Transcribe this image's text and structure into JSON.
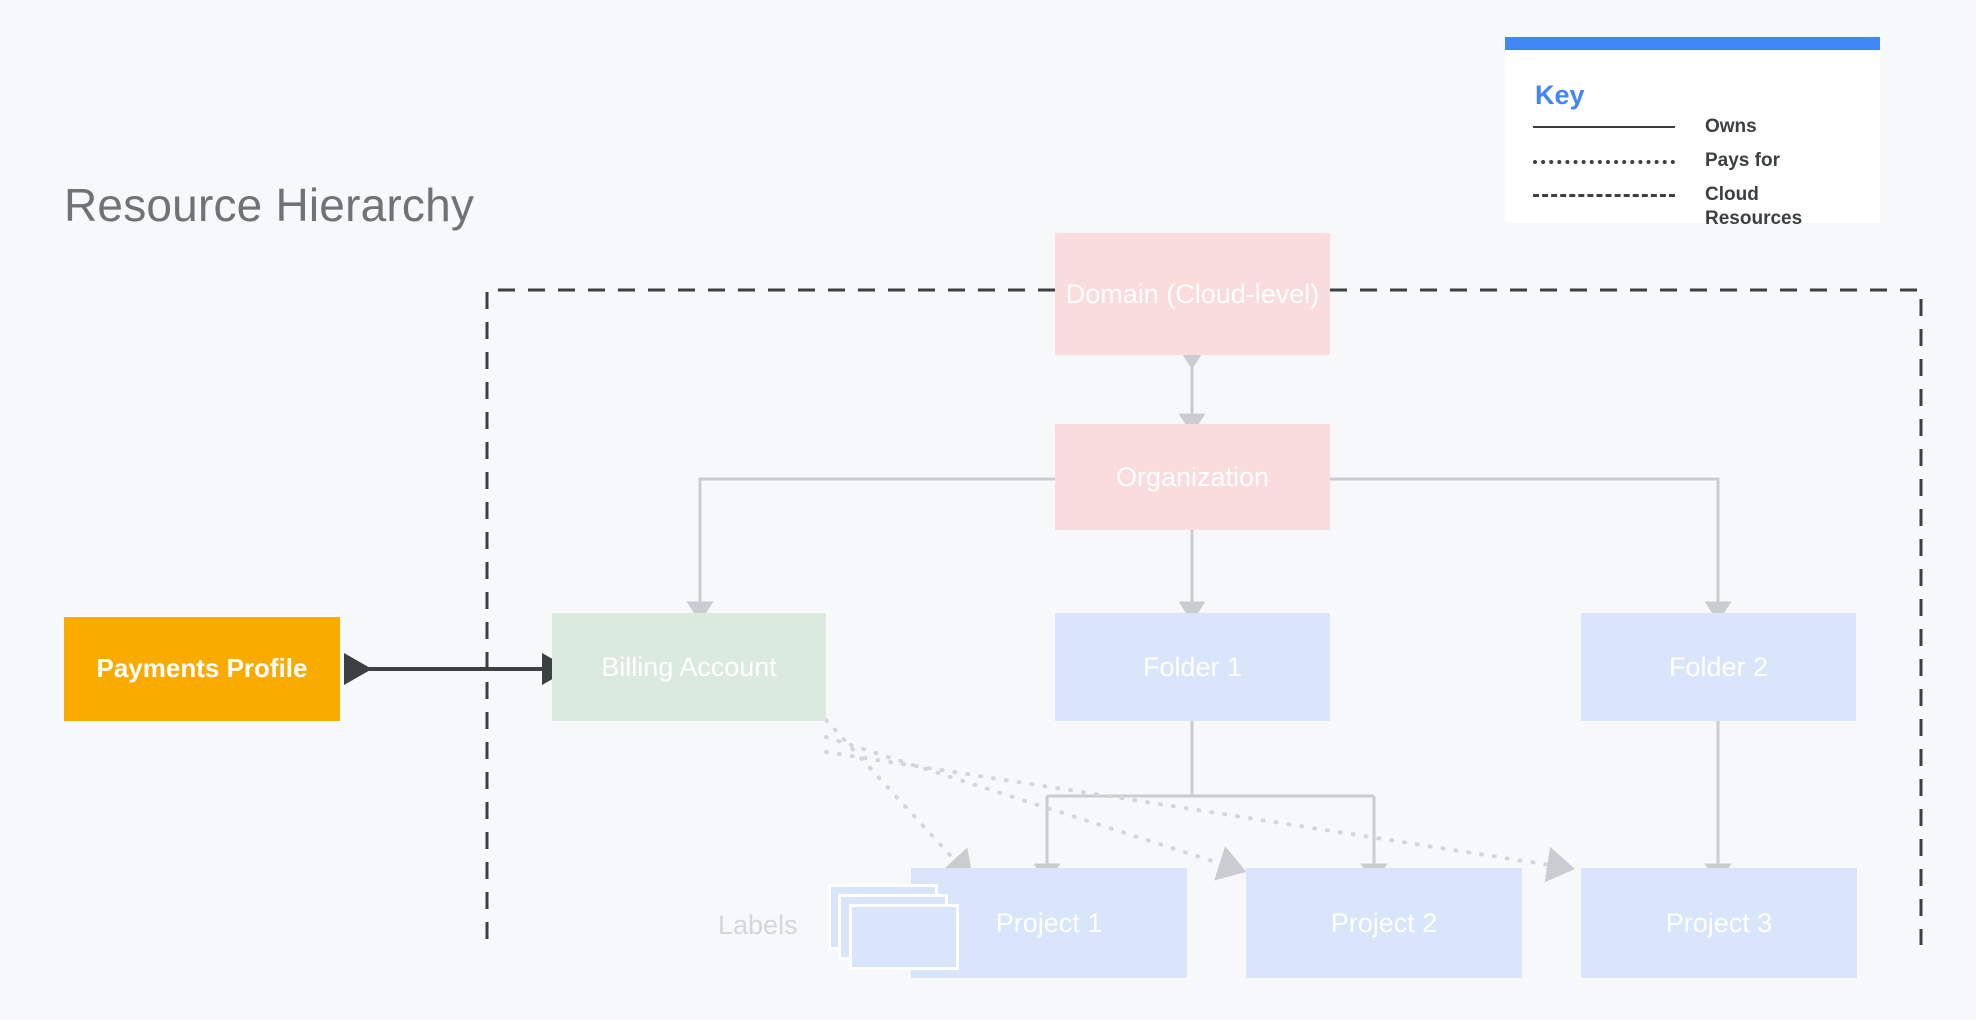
{
  "page": {
    "title": "Resource Hierarchy",
    "background_color": "#f6f8fa"
  },
  "key": {
    "title": "Key",
    "accent_color": "#4285f4",
    "entries": [
      {
        "style": "solid",
        "label": "Owns"
      },
      {
        "style": "dotted",
        "label": "Pays for"
      },
      {
        "style": "dashed",
        "label": "Cloud\nResources"
      }
    ]
  },
  "nodes": {
    "payments_profile": {
      "label": "Payments Profile",
      "color": "#f9ab00"
    },
    "domain": {
      "label": "Domain (Cloud-level)",
      "color": "#fadcdc"
    },
    "organization": {
      "label": "Organization",
      "color": "#fadcdc"
    },
    "billing_account": {
      "label": "Billing Account",
      "color": "#dbeade"
    },
    "folder_1": {
      "label": "Folder 1",
      "color": "#d9e5fb"
    },
    "folder_2": {
      "label": "Folder 2",
      "color": "#d9e5fb"
    },
    "project_1": {
      "label": "Project 1",
      "color": "#d9e5fb"
    },
    "project_2": {
      "label": "Project 2",
      "color": "#d9e5fb"
    },
    "project_3": {
      "label": "Project 3",
      "color": "#d9e5fb"
    }
  },
  "annotations": {
    "labels": "Labels"
  }
}
